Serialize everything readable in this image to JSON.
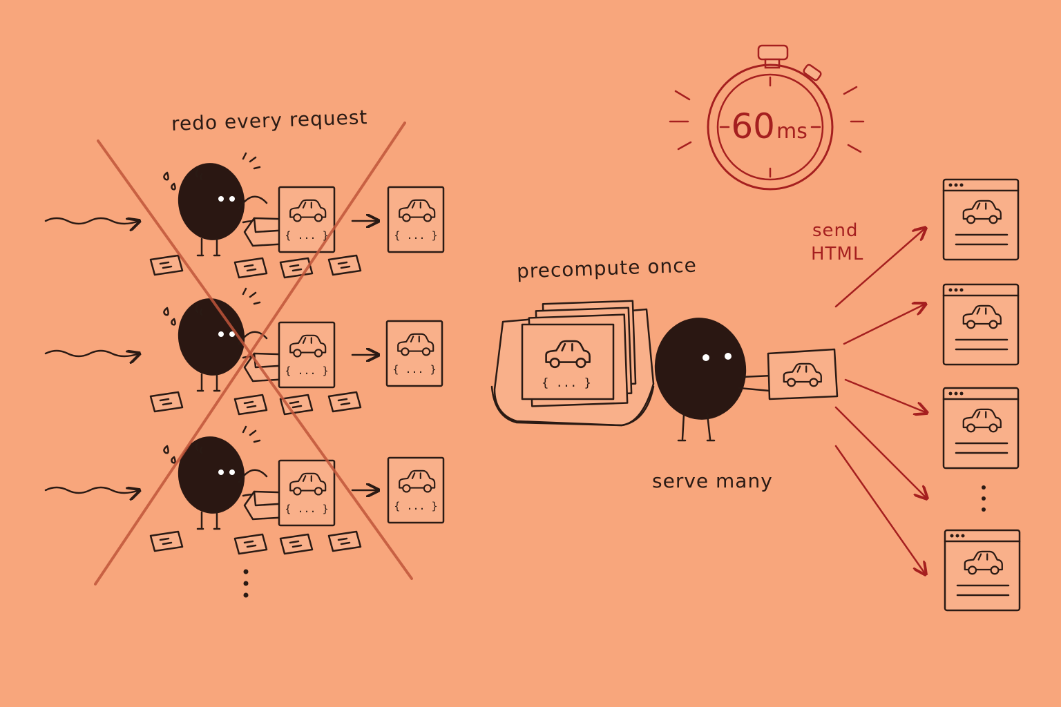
{
  "background_color": "#f8a67c",
  "accent_red": "#a51f1f",
  "ink_color": "#2a1a14",
  "labels": {
    "redo": "redo every request",
    "precompute": "precompute once",
    "serve": "serve many",
    "send": "send",
    "html": "HTML"
  },
  "timer": {
    "value": "60",
    "unit": "ms"
  },
  "card_code_text": "{ ... }",
  "icons": [
    "stopwatch-icon",
    "car-icon",
    "browser-window-icon",
    "cross-out-icon",
    "ellipsis-icon"
  ]
}
